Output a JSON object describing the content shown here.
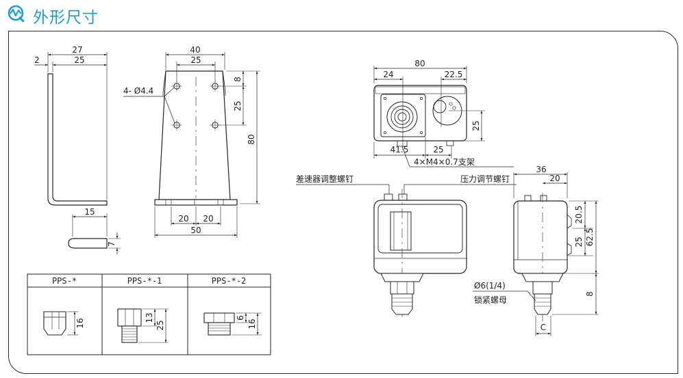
{
  "header": {
    "title": "外形尺寸",
    "accent_color": "#1e9bd7",
    "icon": "waveform-magnifier-icon"
  },
  "bracket_side": {
    "d_27": "27",
    "d_2": "2",
    "d_25": "25",
    "d_15": "15",
    "d_7": "7"
  },
  "bracket_front": {
    "d_40": "40",
    "d_25": "25",
    "hole_label": "4- Ø4.4",
    "d_8": "8",
    "d_25v": "25",
    "d_80": "80",
    "d_20a": "20",
    "d_20b": "20",
    "d_50": "50"
  },
  "switch_bottom": {
    "d_80": "80",
    "d_24": "24",
    "d_22_5": "22.5",
    "d_25v": "25",
    "d_41_5": "41.5",
    "d_25": "25",
    "screw_note": "4×M4×0.7支架"
  },
  "switch_front": {
    "diff_label": "差速器调整螺钉",
    "pressure_label": "压力调节螺钉"
  },
  "switch_side": {
    "d_36": "36",
    "d_20": "20",
    "d_20_5": "20.5",
    "d_25": "25",
    "d_62_5": "62.5",
    "d_8": "8",
    "d_c": "C",
    "thread_label": "Ø6(1/4)",
    "nut_label": "锁紧螺母"
  },
  "fitting_table": {
    "headers": [
      "PPS-*",
      "PPS-*-1",
      "PPS-*-2"
    ],
    "col1_d": "16",
    "col2_d1": "13",
    "col2_d2": "25",
    "col3_d1": "6",
    "col3_d2": "16"
  }
}
